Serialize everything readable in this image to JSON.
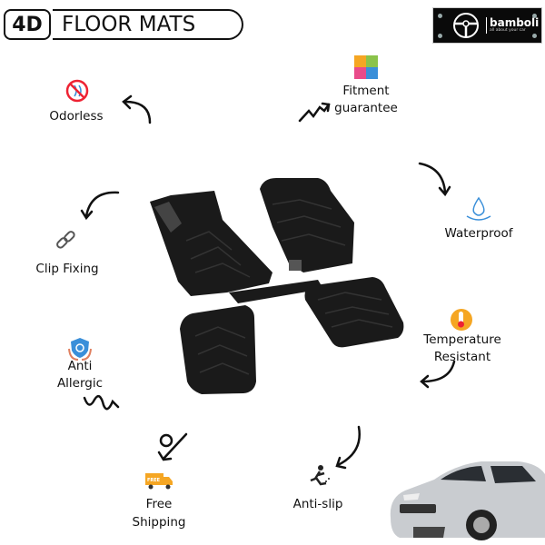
{
  "header": {
    "badge": "4D",
    "title": "FLOOR MATS"
  },
  "logo": {
    "brand": "bamboli",
    "tagline": "all about your car"
  },
  "features": {
    "odorless": "Odorless",
    "fitment_1": "Fitment",
    "fitment_2": "guarantee",
    "waterproof": "Waterproof",
    "clip": "Clip Fixing",
    "temperature_1": "Temperature",
    "temperature_2": "Resistant",
    "allergic_1": "Anti",
    "allergic_2": "Allergic",
    "shipping_1": "Free",
    "shipping_2": "Shipping",
    "shipping_badge": "FREE",
    "antislip": "Anti-slip"
  },
  "colors": {
    "mat": "#1a1a1a",
    "accent_orange": "#f5a623",
    "accent_blue": "#3a8fd9",
    "car": "#c9ccd0"
  }
}
